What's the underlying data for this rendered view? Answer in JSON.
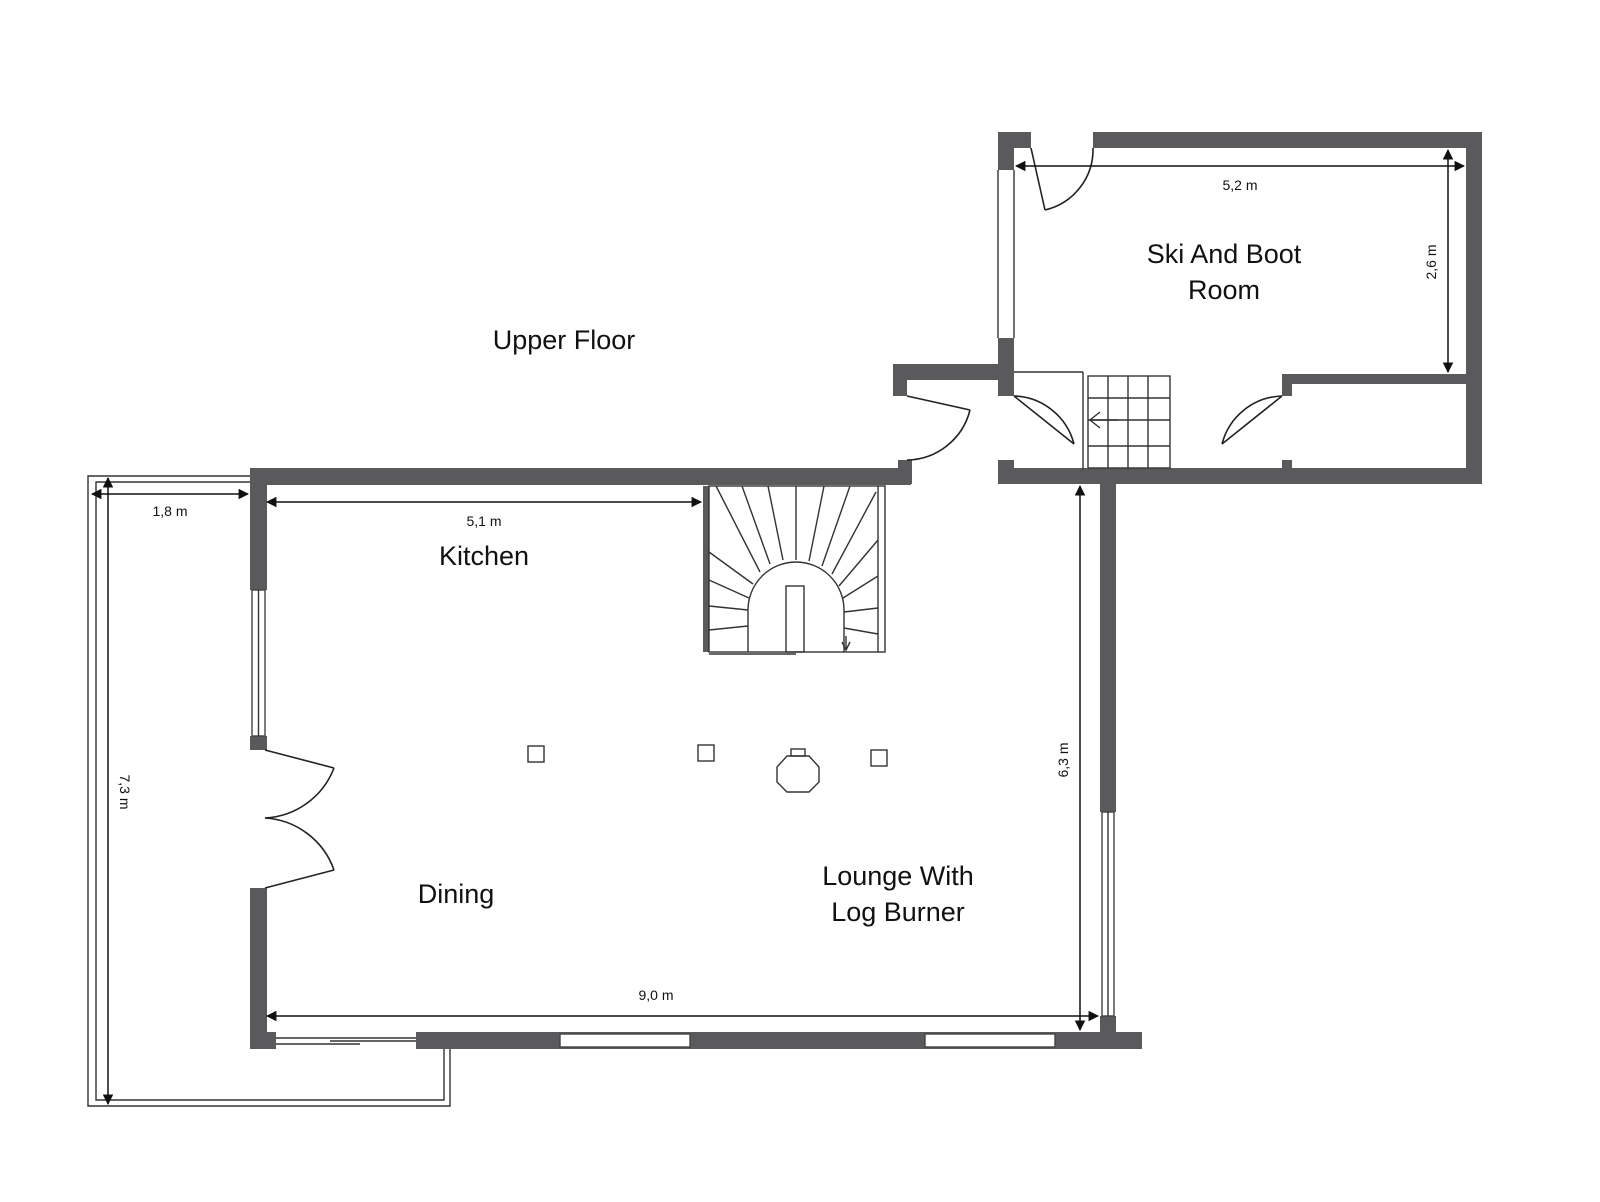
{
  "floor": {
    "title": "Upper Floor",
    "wall_color": "#5a5a5c",
    "line_color": "#222222"
  },
  "rooms": {
    "kitchen": "Kitchen",
    "dining": "Dining",
    "lounge_line1": "Lounge With",
    "lounge_line2": "Log Burner",
    "ski_line1": "Ski And Boot",
    "ski_line2": "Room"
  },
  "dimensions": {
    "balcony_width": "1,8 m",
    "balcony_length": "7,3 m",
    "kitchen_width": "5,1 m",
    "main_width": "9,0 m",
    "lounge_depth": "6,3 m",
    "ski_width": "5,2 m",
    "ski_depth": "2,6 m"
  }
}
